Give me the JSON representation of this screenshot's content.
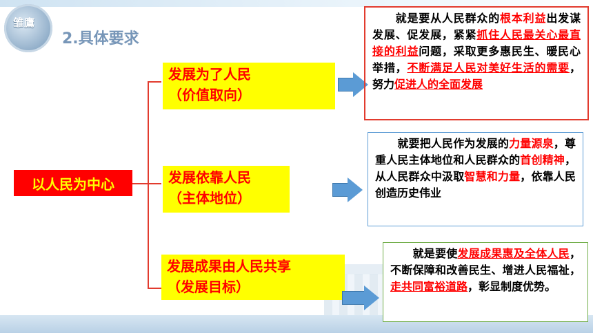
{
  "header": {
    "title": "2.具体要求",
    "emblem_text": "雏鷹"
  },
  "main_label": "以人民为中心",
  "rows": [
    {
      "label_line1": "发展为了人民",
      "label_line2": "（价值取向）",
      "segments": [
        {
          "t": "　　就是要从人民群众的",
          "c": "b"
        },
        {
          "t": "根本利益",
          "c": "r"
        },
        {
          "t": "出发谋发展、促发展，紧紧",
          "c": "b"
        },
        {
          "t": "抓住人民最关心最直接的利益",
          "c": "ru"
        },
        {
          "t": "问题，采取更多惠民生、暖民心举措，",
          "c": "b"
        },
        {
          "t": "不断满足人民对美好生活的需要",
          "c": "ru"
        },
        {
          "t": "，努力",
          "c": "b"
        },
        {
          "t": "促进人的全面发展",
          "c": "ru"
        }
      ]
    },
    {
      "label_line1": "发展依靠人民",
      "label_line2": "（主体地位）",
      "segments": [
        {
          "t": "　　就要把人民作为发展的",
          "c": "b"
        },
        {
          "t": "力量源泉",
          "c": "r"
        },
        {
          "t": "，尊重人民主体地位和人民群众的",
          "c": "b"
        },
        {
          "t": "首创精神",
          "c": "r"
        },
        {
          "t": "，从人民群众中汲取",
          "c": "b"
        },
        {
          "t": "智慧和力量",
          "c": "r"
        },
        {
          "t": "，依靠人民创造历史伟业",
          "c": "b"
        }
      ]
    },
    {
      "label_line1": "发展成果由人民共享",
      "label_line2": "（发展目标）",
      "segments": [
        {
          "t": "　　就是要使",
          "c": "b"
        },
        {
          "t": "发展成果惠及全体人民",
          "c": "ru"
        },
        {
          "t": "，不断保障和改善民生、增进人民福祉，",
          "c": "b"
        },
        {
          "t": "走共同富裕道路",
          "c": "ru"
        },
        {
          "t": "，彰显制度优势。",
          "c": "b"
        }
      ]
    }
  ],
  "colors": {
    "accent_red": "#ff0000",
    "label_yellow": "#ffff00",
    "arrow_blue": "#5b9bd5",
    "title_blue": "#7796b8"
  }
}
